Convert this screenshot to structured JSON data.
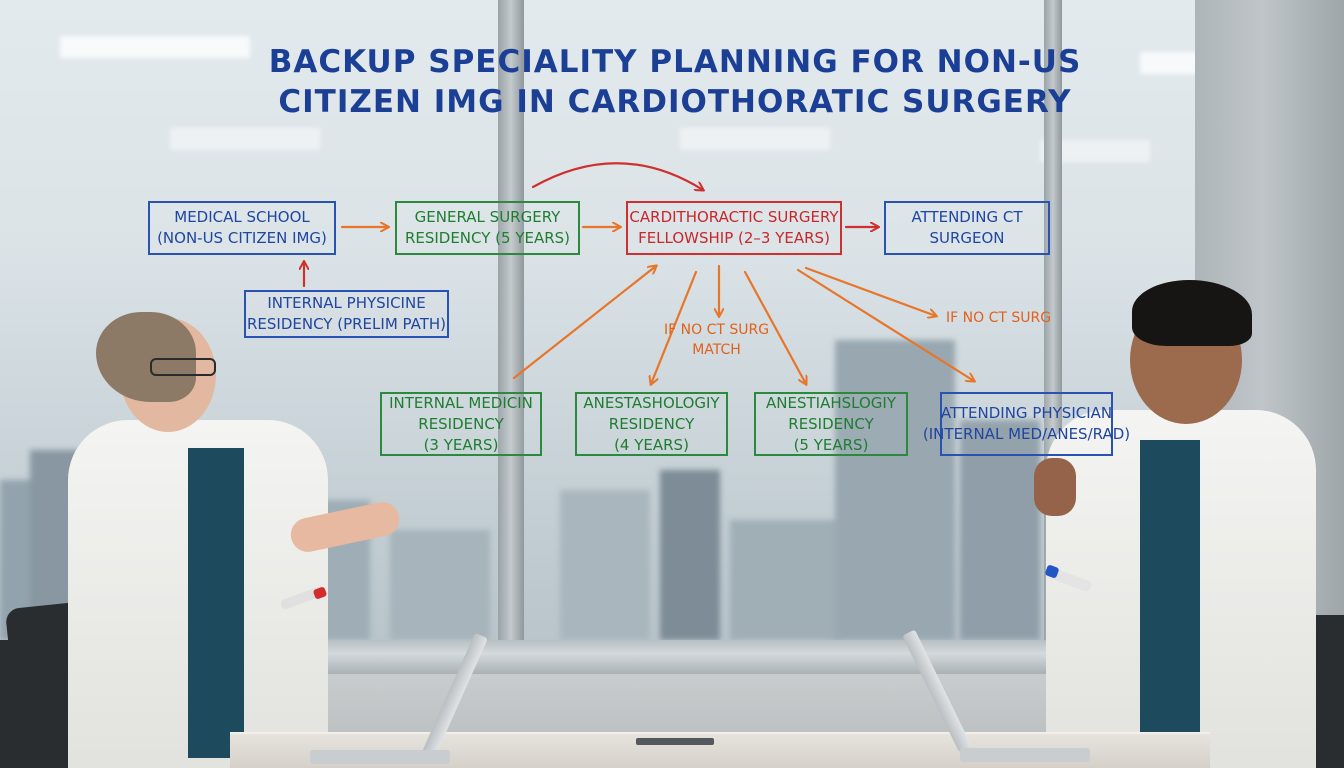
{
  "title_lines": [
    "BACKUP SPECIALITY PLANNING FOR NON-US",
    "CITIZEN IMG IN CARDIOTHORATIC SURGERY"
  ],
  "nodes": {
    "medical_school": [
      "MEDICAL SCHOOL",
      "(NON-US CITIZEN IMG)"
    ],
    "general_surgery": [
      "GENERAL SURGERY",
      "RESIDENCY (5 YEARS)"
    ],
    "ct_fellowship": [
      "CARDITHORACTIC SURGERY",
      "FELLOWSHIP (2–3 YEARS)"
    ],
    "attending_ct": [
      "ATTENDING CT",
      "SURGEON"
    ],
    "internal_physicine": [
      "INTERNAL PHYSICINE",
      "RESIDENCY (PRELIM PATH)"
    ],
    "internal_medicin": [
      "INTERNAL MEDICIN",
      "RESIDENCY",
      "(3 YEARS)"
    ],
    "anesthesiology_4": [
      "ANESTASHOLOGIY",
      "RESIDENCY",
      "(4 YEARS)"
    ],
    "anesthesiology_5": [
      "ANESTIAHSLOGIY",
      "RESIDENCY",
      "(5 YEARS)"
    ],
    "attending_physician": [
      "ATTENDING PHYSICIAN",
      "(INTERNAL MED/ANES/RAD)"
    ]
  },
  "notes": {
    "no_match_center": [
      "IF NO CT SURG",
      "MATCH"
    ],
    "no_match_right": [
      "IF NO CT SURG"
    ]
  },
  "colors": {
    "title": "#1c3f96",
    "blue": "#2a52b2",
    "green": "#2c8a3c",
    "red": "#d02f30",
    "orange": "#e8752a"
  }
}
